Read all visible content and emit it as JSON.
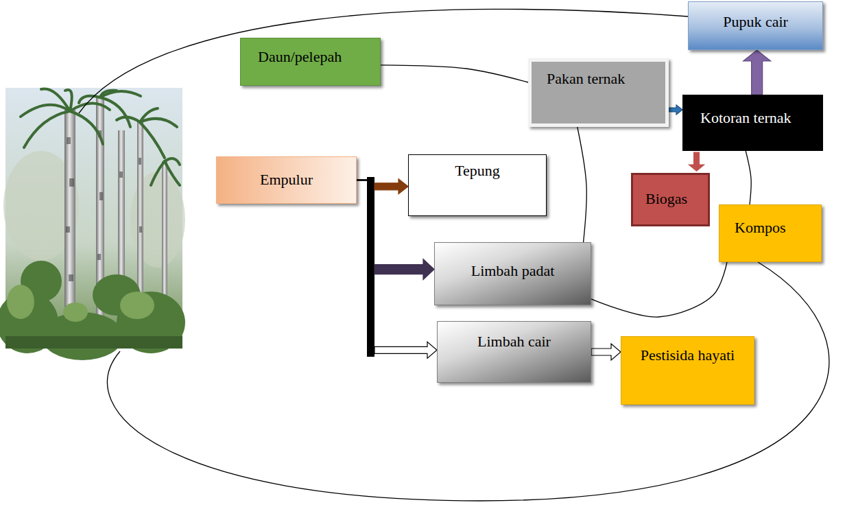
{
  "diagram": {
    "nodes": [
      {
        "text": [
          "Pupuk cair"
        ]
      },
      {
        "text": [
          "Daun/pelepah"
        ]
      },
      {
        "text": [
          "Pakan ternak"
        ]
      },
      {
        "text": [
          "Kotoran ternak"
        ]
      },
      {
        "text": [
          "Empulur"
        ]
      },
      {
        "text": [
          "Tepung"
        ]
      },
      {
        "text": [
          "Biogas"
        ]
      },
      {
        "text": [
          "Kompos"
        ]
      },
      {
        "text": [
          "Limbah padat"
        ]
      },
      {
        "text": [
          "Limbah cair"
        ]
      },
      {
        "text": [
          "Pestisida hayati"
        ]
      }
    ],
    "edges": [
      {
        "from": 4,
        "to": 5,
        "arrow": "to"
      },
      {
        "from": 4,
        "to": 8,
        "arrow": "to"
      },
      {
        "from": 4,
        "to": 9,
        "arrow": "to"
      },
      {
        "from": 9,
        "to": 10,
        "arrow": "to"
      },
      {
        "from": 2,
        "to": 3,
        "arrow": "to"
      },
      {
        "from": 3,
        "to": 0,
        "arrow": "to"
      },
      {
        "from": 3,
        "to": 6,
        "arrow": "to"
      },
      {
        "from": 1,
        "to": 2,
        "arrow": "none"
      },
      {
        "from": 8,
        "to": 2,
        "arrow": "none"
      },
      {
        "from": 8,
        "to": 7,
        "arrow": "none"
      },
      {
        "from": 3,
        "to": 7,
        "arrow": "none"
      }
    ]
  }
}
